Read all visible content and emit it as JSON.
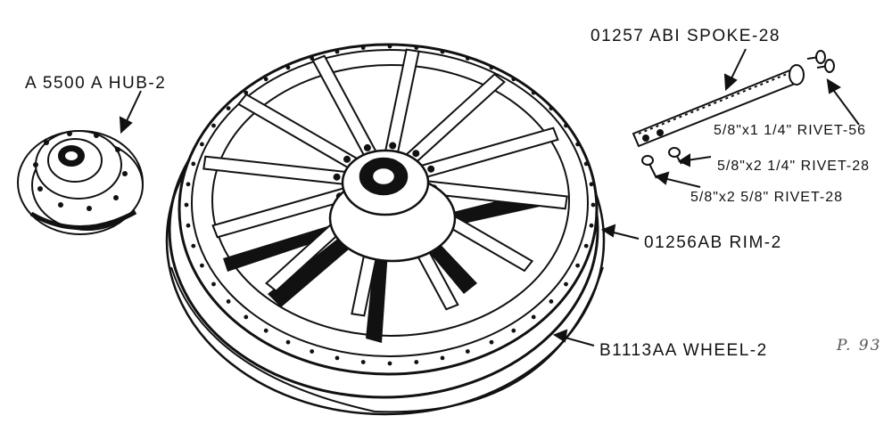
{
  "labels": {
    "spoke": "01257 ABI SPOKE-28",
    "hub": "A 5500 A HUB-2",
    "rivet_56": "5/8\"x1 1/4\" RIVET-56",
    "rivet_28_a": "5/8\"x2 1/4\" RIVET-28",
    "rivet_28_b": "5/8\"x2 5/8\" RIVET-28",
    "rim": "01256AB RIM-2",
    "wheel": "B1113AA WHEEL-2"
  },
  "page_note": "P. 93",
  "colors": {
    "ink": "#111111",
    "paper": "#ffffff",
    "pencil": "#555555"
  }
}
